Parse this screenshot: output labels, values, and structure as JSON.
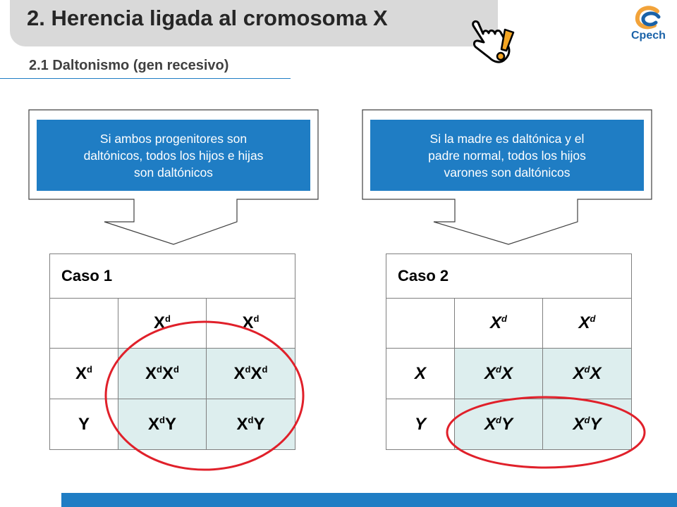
{
  "header": {
    "title": "2. Herencia ligada al cromosoma X",
    "subtitle": "2.1 Daltonismo (gen recesivo)",
    "logo_text": "Cpech"
  },
  "callout_left": {
    "line1": "Si ambos progenitores  son",
    "line2": "daltónicos,  todos los hijos  e hijas",
    "line3": "son daltónicos"
  },
  "callout_right": {
    "line1": "Si la madre es daltónica y el",
    "line2": "padre normal,  todos los hijos",
    "line3": "varones  son daltónicos"
  },
  "case1": {
    "title": "Caso 1",
    "col1": {
      "base": "X",
      "sup": "d"
    },
    "col2": {
      "base": "X",
      "sup": "d"
    },
    "row1": {
      "base": "X",
      "sup": "d"
    },
    "row2": "Y",
    "c11": {
      "a": "X",
      "a_sup": "d",
      "b": "X",
      "b_sup": "d"
    },
    "c12": {
      "a": "X",
      "a_sup": "d",
      "b": "X",
      "b_sup": "d"
    },
    "c21": {
      "a": "X",
      "a_sup": "d",
      "b": "Y"
    },
    "c22": {
      "a": "X",
      "a_sup": "d",
      "b": "Y"
    }
  },
  "case2": {
    "title": "Caso 2",
    "col1": {
      "base": "X",
      "sup": "d"
    },
    "col2": {
      "base": "X",
      "sup": "d"
    },
    "row1": "X",
    "row2": "Y",
    "c11": {
      "a": "X",
      "a_sup": "d",
      "b": "X"
    },
    "c12": {
      "a": "X",
      "a_sup": "d",
      "b": "X"
    },
    "c21": {
      "a": "X",
      "a_sup": "d",
      "b": "Y"
    },
    "c22": {
      "a": "X",
      "a_sup": "d",
      "b": "Y"
    }
  },
  "colors": {
    "accent_blue": "#1f7dc4",
    "cell_fill": "#ddeeee",
    "ring_red": "#e0202a",
    "title_tab": "#d9d9d9"
  },
  "icons": [
    "pointing-hand-icon",
    "exclamation-icon",
    "cpech-logo"
  ]
}
